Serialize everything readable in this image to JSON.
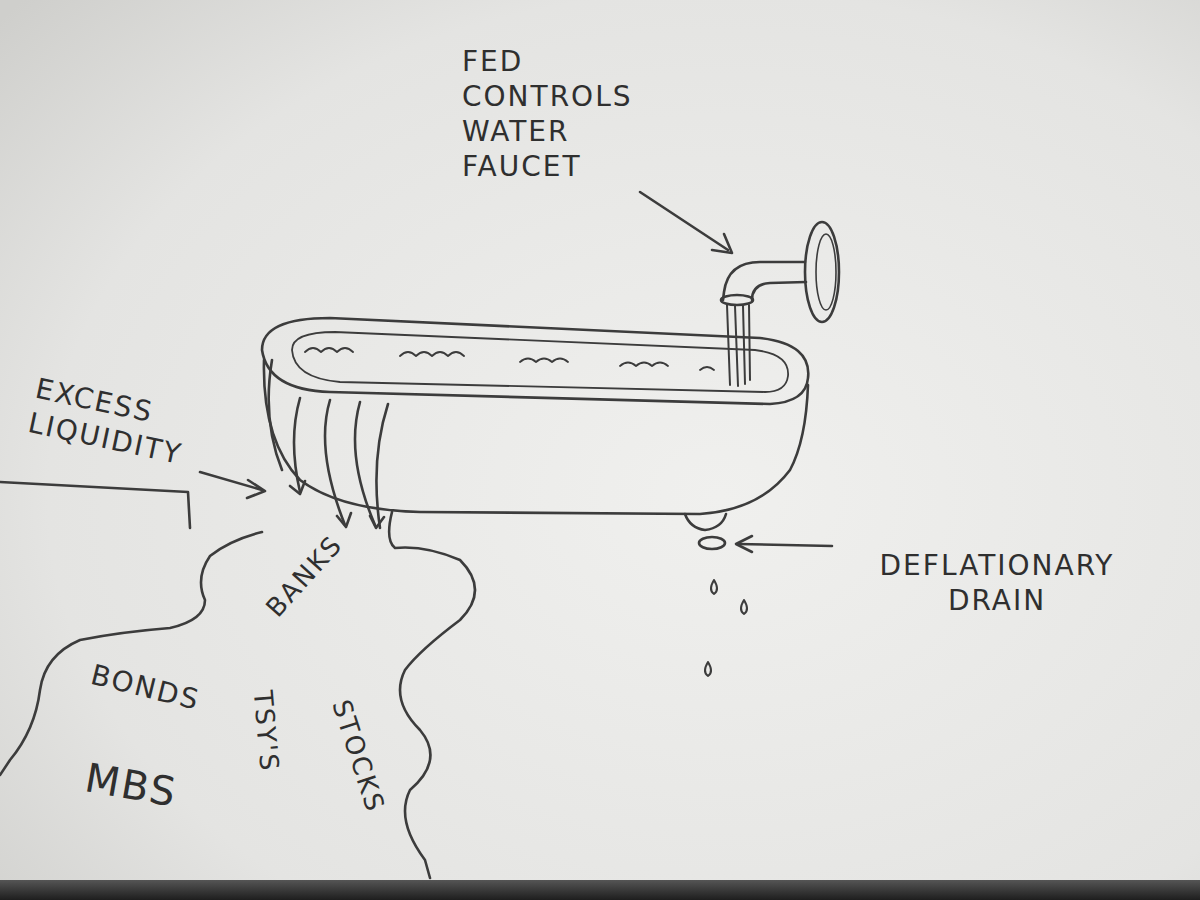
{
  "diagram": {
    "labels": [
      "FED CONTROLS WATER FAUCET",
      "EXCESS LIQUIDITY",
      "DEFLATIONARY DRAIN",
      "BANKS",
      "BONDS",
      "STOCKS",
      "TSY'S",
      "MBS"
    ]
  }
}
